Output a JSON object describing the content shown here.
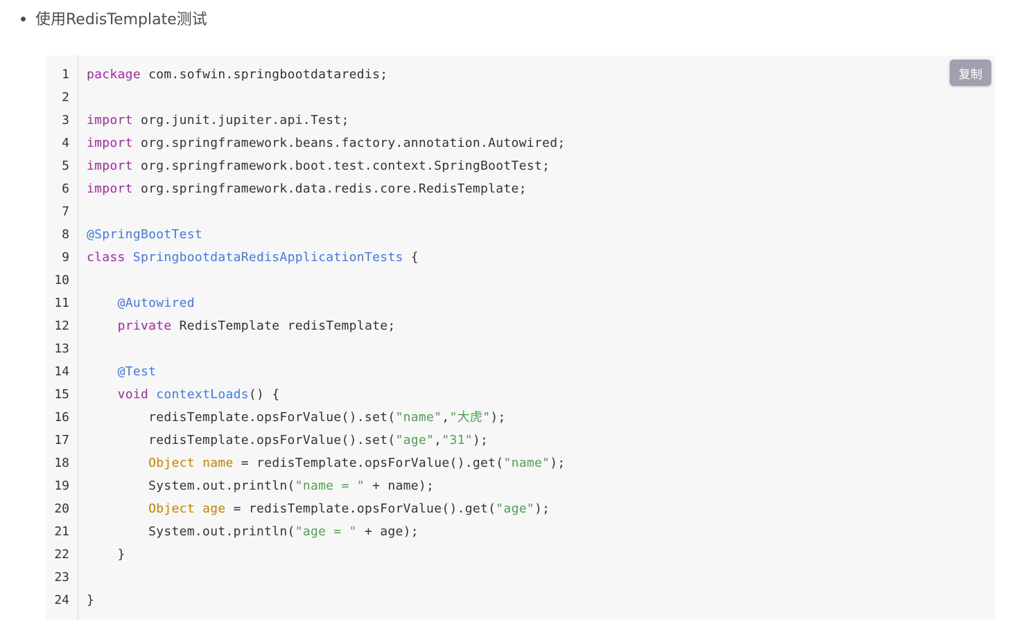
{
  "heading": {
    "text": "使用RedisTemplate测试"
  },
  "code_block": {
    "copy_label": "复制",
    "colors": {
      "keyword": "#a626a4",
      "annotation": "#4078f2",
      "title": "#4078f2",
      "string": "#50a14f",
      "type": "#c18401",
      "plain": "#333333",
      "background": "#f7f7f7",
      "copy_button_bg": "#a0a0b0"
    },
    "lines": [
      {
        "no": "1",
        "tokens": [
          {
            "t": "package",
            "c": "keyword"
          },
          {
            "t": " com.sofwin.springbootdataredis;",
            "c": "plain"
          }
        ]
      },
      {
        "no": "2",
        "tokens": []
      },
      {
        "no": "3",
        "tokens": [
          {
            "t": "import",
            "c": "keyword"
          },
          {
            "t": " org.junit.jupiter.api.Test;",
            "c": "plain"
          }
        ]
      },
      {
        "no": "4",
        "tokens": [
          {
            "t": "import",
            "c": "keyword"
          },
          {
            "t": " org.springframework.beans.factory.annotation.Autowired;",
            "c": "plain"
          }
        ]
      },
      {
        "no": "5",
        "tokens": [
          {
            "t": "import",
            "c": "keyword"
          },
          {
            "t": " org.springframework.boot.test.context.SpringBootTest;",
            "c": "plain"
          }
        ]
      },
      {
        "no": "6",
        "tokens": [
          {
            "t": "import",
            "c": "keyword"
          },
          {
            "t": " org.springframework.data.redis.core.RedisTemplate;",
            "c": "plain"
          }
        ]
      },
      {
        "no": "7",
        "tokens": []
      },
      {
        "no": "8",
        "tokens": [
          {
            "t": "@SpringBootTest",
            "c": "annotation"
          }
        ]
      },
      {
        "no": "9",
        "tokens": [
          {
            "t": "class",
            "c": "keyword"
          },
          {
            "t": " ",
            "c": "plain"
          },
          {
            "t": "SpringbootdataRedisApplicationTests",
            "c": "title"
          },
          {
            "t": " {",
            "c": "plain"
          }
        ]
      },
      {
        "no": "10",
        "tokens": []
      },
      {
        "no": "11",
        "tokens": [
          {
            "t": "    ",
            "c": "plain"
          },
          {
            "t": "@Autowired",
            "c": "annotation"
          }
        ]
      },
      {
        "no": "12",
        "tokens": [
          {
            "t": "    ",
            "c": "plain"
          },
          {
            "t": "private",
            "c": "keyword"
          },
          {
            "t": " RedisTemplate redisTemplate;",
            "c": "plain"
          }
        ]
      },
      {
        "no": "13",
        "tokens": []
      },
      {
        "no": "14",
        "tokens": [
          {
            "t": "    ",
            "c": "plain"
          },
          {
            "t": "@Test",
            "c": "annotation"
          }
        ]
      },
      {
        "no": "15",
        "tokens": [
          {
            "t": "    ",
            "c": "plain"
          },
          {
            "t": "void",
            "c": "keyword"
          },
          {
            "t": " ",
            "c": "plain"
          },
          {
            "t": "contextLoads",
            "c": "title"
          },
          {
            "t": "() {",
            "c": "plain"
          }
        ]
      },
      {
        "no": "16",
        "tokens": [
          {
            "t": "        redisTemplate.opsForValue().set(",
            "c": "plain"
          },
          {
            "t": "\"name\"",
            "c": "string"
          },
          {
            "t": ",",
            "c": "plain"
          },
          {
            "t": "\"大虎\"",
            "c": "string"
          },
          {
            "t": ");",
            "c": "plain"
          }
        ]
      },
      {
        "no": "17",
        "tokens": [
          {
            "t": "        redisTemplate.opsForValue().set(",
            "c": "plain"
          },
          {
            "t": "\"age\"",
            "c": "string"
          },
          {
            "t": ",",
            "c": "plain"
          },
          {
            "t": "\"31\"",
            "c": "string"
          },
          {
            "t": ");",
            "c": "plain"
          }
        ]
      },
      {
        "no": "18",
        "tokens": [
          {
            "t": "        ",
            "c": "plain"
          },
          {
            "t": "Object",
            "c": "type"
          },
          {
            "t": " ",
            "c": "plain"
          },
          {
            "t": "name",
            "c": "variable"
          },
          {
            "t": " = redisTemplate.opsForValue().get(",
            "c": "plain"
          },
          {
            "t": "\"name\"",
            "c": "string"
          },
          {
            "t": ");",
            "c": "plain"
          }
        ]
      },
      {
        "no": "19",
        "tokens": [
          {
            "t": "        System.out.println(",
            "c": "plain"
          },
          {
            "t": "\"name = \"",
            "c": "string"
          },
          {
            "t": " + name);",
            "c": "plain"
          }
        ]
      },
      {
        "no": "20",
        "tokens": [
          {
            "t": "        ",
            "c": "plain"
          },
          {
            "t": "Object",
            "c": "type"
          },
          {
            "t": " ",
            "c": "plain"
          },
          {
            "t": "age",
            "c": "variable"
          },
          {
            "t": " = redisTemplate.opsForValue().get(",
            "c": "plain"
          },
          {
            "t": "\"age\"",
            "c": "string"
          },
          {
            "t": ");",
            "c": "plain"
          }
        ]
      },
      {
        "no": "21",
        "tokens": [
          {
            "t": "        System.out.println(",
            "c": "plain"
          },
          {
            "t": "\"age = \"",
            "c": "string"
          },
          {
            "t": " + age);",
            "c": "plain"
          }
        ]
      },
      {
        "no": "22",
        "tokens": [
          {
            "t": "    }",
            "c": "plain"
          }
        ]
      },
      {
        "no": "23",
        "tokens": []
      },
      {
        "no": "24",
        "tokens": [
          {
            "t": "}",
            "c": "plain"
          }
        ]
      }
    ]
  }
}
